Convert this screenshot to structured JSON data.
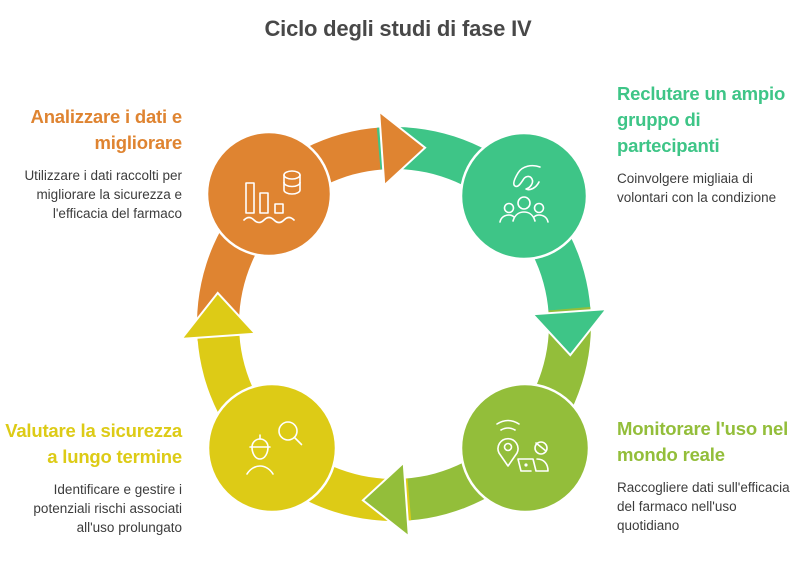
{
  "title": "Ciclo degli studi di fase IV",
  "colors": {
    "orange": "#DF8431",
    "green": "#3EC587",
    "lime": "#93BE3A",
    "yellow": "#DDCB16",
    "title": "#484848",
    "body_text": "#3c3c3c"
  },
  "steps": [
    {
      "id": "analyze",
      "heading": "Analizzare i dati e migliorare",
      "description": "Utilizzare i dati raccolti per migliorare la sicurezza e l'efficacia del farmaco",
      "icon": "chart-database-icon",
      "color": "#DF8431"
    },
    {
      "id": "recruit",
      "heading": "Reclutare un ampio gruppo di partecipanti",
      "description": "Coinvolgere migliaia di volontari con la condizione",
      "icon": "hand-group-icon",
      "color": "#3EC587"
    },
    {
      "id": "monitor",
      "heading": "Monitorare l'uso nel mondo reale",
      "description": "Raccogliere dati sull'efficacia del farmaco nell'uso quotidiano",
      "icon": "location-laptop-user-icon",
      "color": "#93BE3A"
    },
    {
      "id": "evaluate",
      "heading": "Valutare la sicurezza a lungo termine",
      "description": "Identificare e gestire i potenziali rischi associati all'uso prolungato",
      "icon": "worker-search-icon",
      "color": "#DDCB16"
    }
  ]
}
